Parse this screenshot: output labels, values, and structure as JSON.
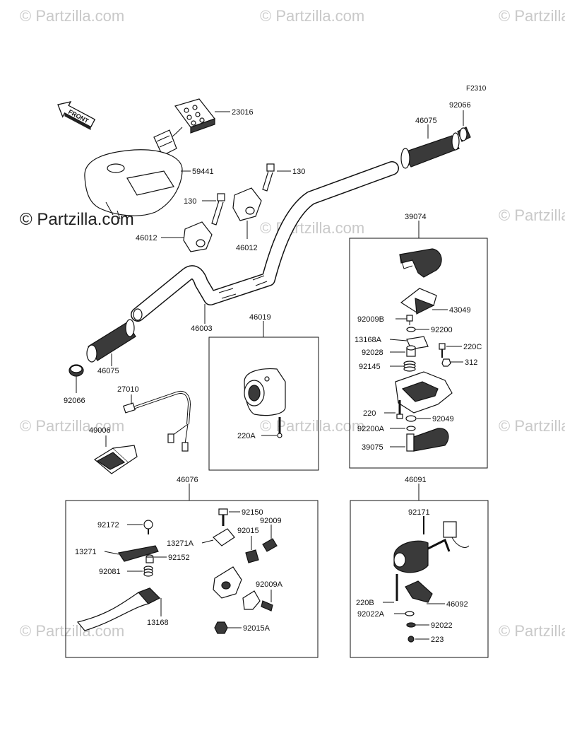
{
  "watermark": {
    "text": "© Partzilla.com",
    "main": "© Partzilla.com"
  },
  "page_number": "F2310",
  "front_label": "FRONT",
  "labels": {
    "p23016": "23016",
    "p59441": "59441",
    "p130a": "130",
    "p130b": "130",
    "p46012a": "46012",
    "p46012b": "46012",
    "p46075a": "46075",
    "p92066a": "92066",
    "p46003": "46003",
    "p46075b": "46075",
    "p92066b": "92066",
    "p27010": "27010",
    "p49006": "49006",
    "p46019": "46019",
    "p220A": "220A",
    "p39074": "39074",
    "p43049": "43049",
    "p92009B": "92009B",
    "p92200": "92200",
    "p13168A": "13168A",
    "p92028": "92028",
    "p220C": "220C",
    "p92145": "92145",
    "p312": "312",
    "p220": "220",
    "p92049": "92049",
    "p92200A": "92200A",
    "p39075": "39075",
    "p46076": "46076",
    "p92150": "92150",
    "p92172": "92172",
    "p92009": "92009",
    "p92015": "92015",
    "p13271A": "13271A",
    "p13271": "13271",
    "p92152": "92152",
    "p92081": "92081",
    "p92009A": "92009A",
    "p13168": "13168",
    "p92015A": "92015A",
    "p46091": "46091",
    "p92171": "92171",
    "p220B": "220B",
    "p46092": "46092",
    "p92022A": "92022A",
    "p92022": "92022",
    "p223": "223"
  }
}
